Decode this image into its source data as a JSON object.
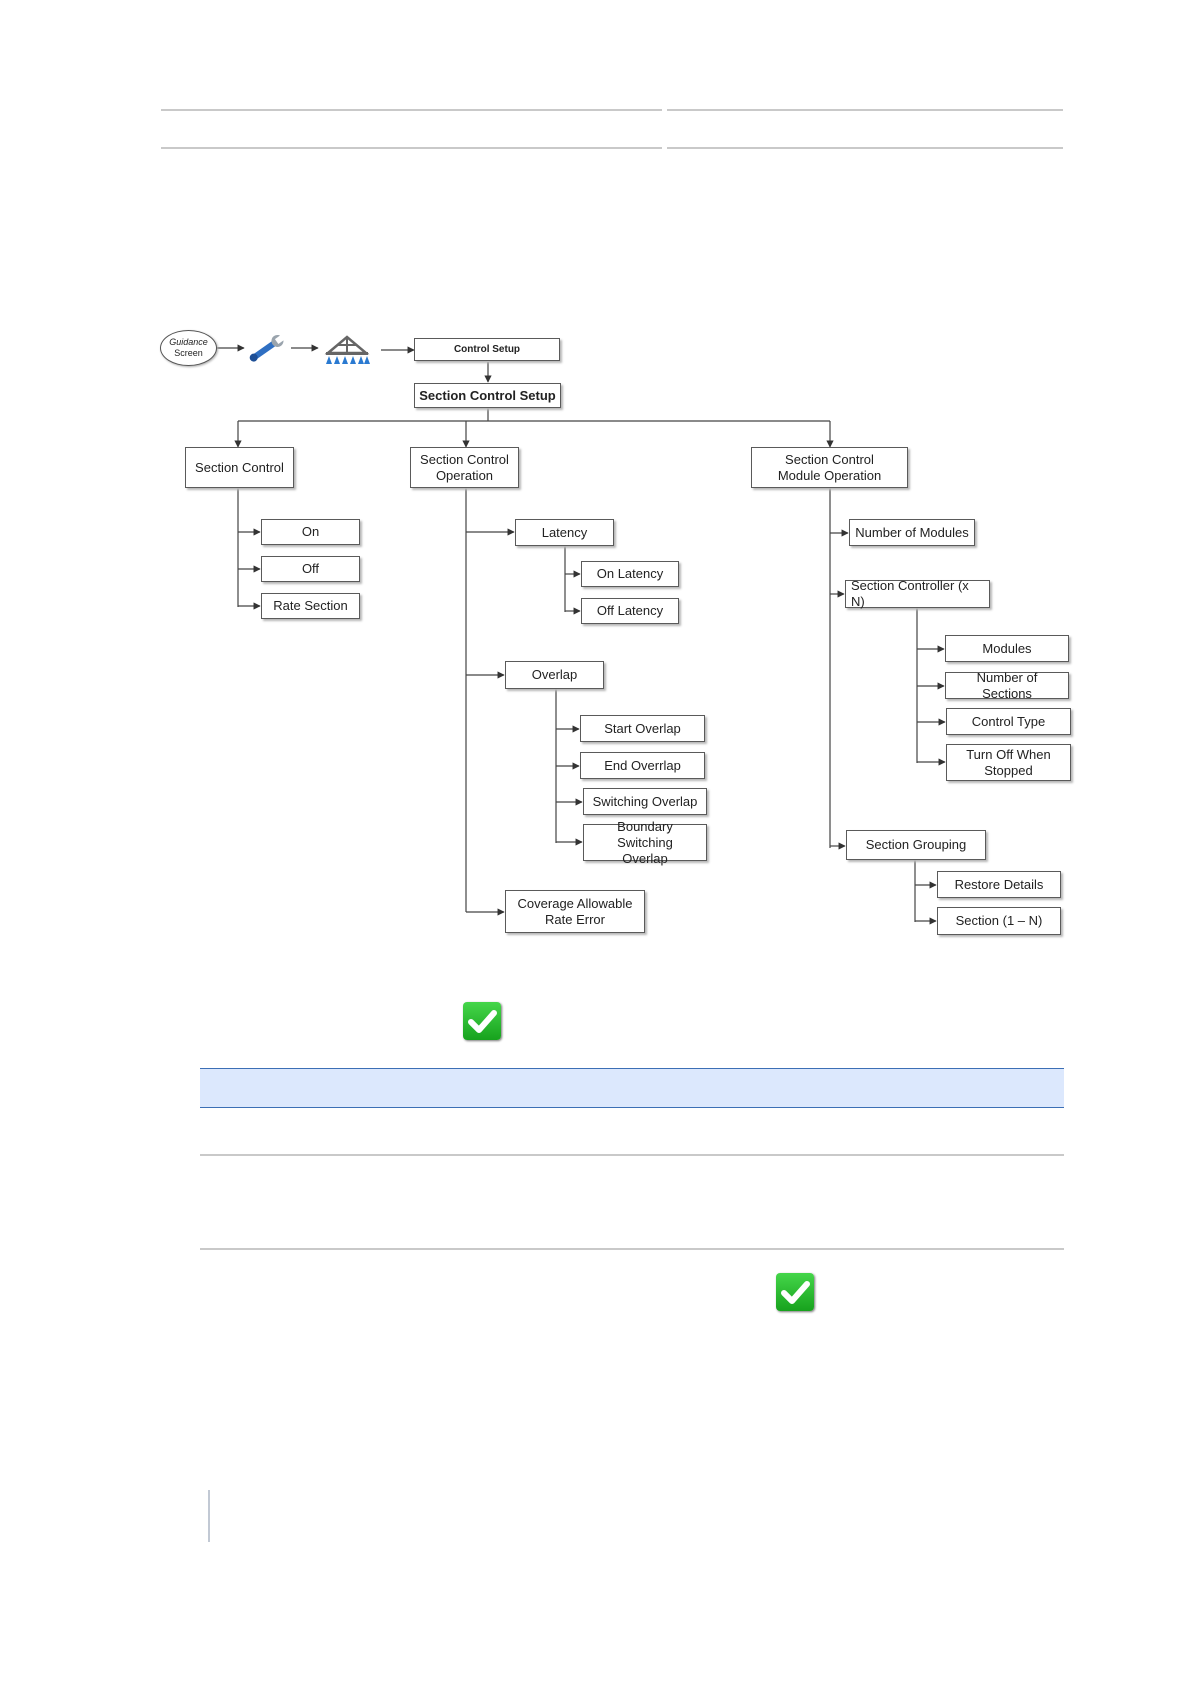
{
  "diagram": {
    "guidance": {
      "line1": "Guidance",
      "line2": "Screen"
    },
    "control_setup": "Control Setup",
    "section_control_setup": "Section Control Setup",
    "section_control": {
      "label": "Section Control",
      "children": [
        "On",
        "Off",
        "Rate Section"
      ]
    },
    "operation": {
      "label": "Section Control\nOperation",
      "latency": {
        "label": "Latency",
        "children": [
          "On Latency",
          "Off Latency"
        ]
      },
      "overlap": {
        "label": "Overlap",
        "children": [
          "Start Overlap",
          "End Overrlap",
          "Switching Overlap",
          "Boundary Switching\nOverlap"
        ]
      },
      "coverage": "Coverage Allowable\nRate Error"
    },
    "module_operation": {
      "label": "Section Control\nModule Operation",
      "number_of_modules": "Number of Modules",
      "controller": {
        "label": "Section Controller (x N)",
        "children": [
          "Modules",
          "Number of Sections",
          "Control Type",
          "Turn Off When\nStopped"
        ]
      },
      "grouping": {
        "label": "Section Grouping",
        "children": [
          "Restore Details",
          "Section (1 – N)"
        ]
      }
    }
  },
  "icons": [
    "wrench-icon",
    "boom-sprayer-icon",
    "checkmark-icon",
    "checkmark-icon"
  ],
  "colors": {
    "band": "#dce8fd",
    "band_border": "#3c6fb5",
    "check": "#22b12a"
  }
}
